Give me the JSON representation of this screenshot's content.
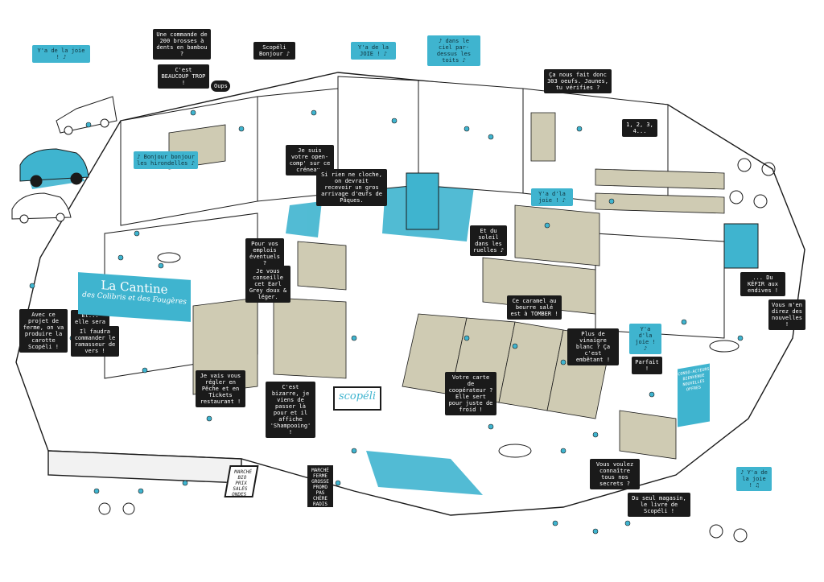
{
  "bubbles": {
    "b01": "Y'a de la joie ! ♪",
    "b02": "Une commande de 200 brosses à dents en bambou ?",
    "b03": "C'est BEAUCOUP TROP !",
    "b04": "Oups",
    "b05": "Scopéli Bonjour ♪",
    "b06": "Y'a de la JOIE ! ♪",
    "b07": "♪ dans le ciel par-dessus les toits ♪",
    "b08": "Ça nous fait donc 303 oeufs. Jaunes, tu vérifies ?",
    "b09": "1, 2, 3, 4...",
    "b10": "♪ Bonjour bonjour les hirondelles ♪",
    "b11": "Je suis votre open-comp' sur ce créneau.",
    "b12": "Si rien ne cloche, on devrait recevoir un gros arrivage d'œufs de Pâques.",
    "b13": "Y'a d'la joie ! ♪",
    "b14": "Et du soleil dans les ruelles ♪",
    "b15": "Avec ce projet de ferme, on va produire la carotte Scopéli !",
    "b16": "Et... elle sera orange ?",
    "b17": "Il faudra commander le ramasseur de vers !",
    "b18": "Pour vos emplois éventuels ?",
    "b19": "Je vous conseille cet Earl Grey doux & léger.",
    "b20": "Ce caramel au beurre salé est à TOMBER !",
    "b21": "Plus de vinaigre blanc ? Ça c'est embêtant !",
    "b22": "... Du KÉFIR aux endives !",
    "b23": "Vous m'en direz des nouvelles !",
    "b24": "Y'a d'la joie ! ♪",
    "b25": "Parfait !",
    "b26": "Je vais vous régler en Pêche et en Tickets restaurant !",
    "b27": "C'est bizarre, je viens de passer là pour et il affiche 'Shampooing' !",
    "b28": "Votre carte de coopérateur ? Elle sert pour juste de froid !",
    "b29": "Vous voulez connaître tous nos secrets ?",
    "b30": "Du seul magasin, le livre de Scopéli !",
    "b31": "♪ Y'a de la joie ! ♫"
  },
  "signs": {
    "cantine_title": "La Cantine",
    "cantine_sub": "des Colibris et des Fougères",
    "scopeli": "scopéli",
    "sandwich_board_1": "MARCHÉ BIO PRIX SALÉS ONDES",
    "sandwich_board_2": "MARCHÉ FERME GROSSE PROMO PAS CHÈRE RADIS",
    "tower": "CONSO-ACTEURS BIENVENUE NOUVELLES OFFRES"
  },
  "colors": {
    "accent": "#3fb4cf",
    "ink": "#1a1a1a",
    "shelf": "#cfcbb3",
    "paper": "#ffffff"
  }
}
